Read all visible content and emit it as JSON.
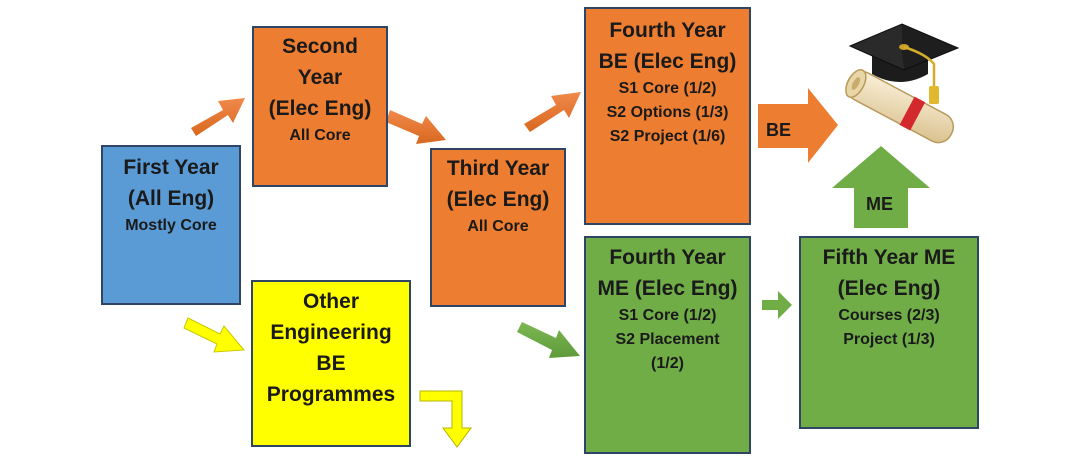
{
  "boxes": {
    "first_year": {
      "title_lines": [
        "First Year",
        "(All Eng)"
      ],
      "sub_lines": [
        "Mostly Core"
      ]
    },
    "second_year": {
      "title_lines": [
        "Second",
        "Year",
        "(Elec Eng)"
      ],
      "sub_lines": [
        "All Core"
      ]
    },
    "third_year": {
      "title_lines": [
        "Third Year",
        "(Elec Eng)"
      ],
      "sub_lines": [
        "All Core"
      ]
    },
    "fourth_year_be": {
      "title_lines": [
        "Fourth Year",
        "BE (Elec Eng)"
      ],
      "sub_lines": [
        "S1 Core (1/2)",
        "S2 Options (1/3)",
        "S2 Project (1/6)"
      ]
    },
    "other_engineering": {
      "title_lines": [
        "Other",
        "Engineering",
        "BE",
        "Programmes"
      ],
      "sub_lines": []
    },
    "fourth_year_me": {
      "title_lines": [
        "Fourth Year",
        "ME (Elec Eng)"
      ],
      "sub_lines": [
        "S1 Core (1/2)",
        "S2 Placement",
        "(1/2)"
      ]
    },
    "fifth_year_me": {
      "title_lines": [
        "Fifth Year ME",
        "(Elec Eng)"
      ],
      "sub_lines": [
        "Courses (2/3)",
        "Project (1/3)"
      ]
    }
  },
  "arrow_labels": {
    "be": "BE",
    "me": "ME"
  },
  "icons": {
    "graduation": "graduation-cap-diploma-icon"
  },
  "colors": {
    "first_year": "#5b9bd5",
    "orange": "#ed7d31",
    "yellow": "#ffff00",
    "green": "#70ad47",
    "border": "#2f4566"
  }
}
